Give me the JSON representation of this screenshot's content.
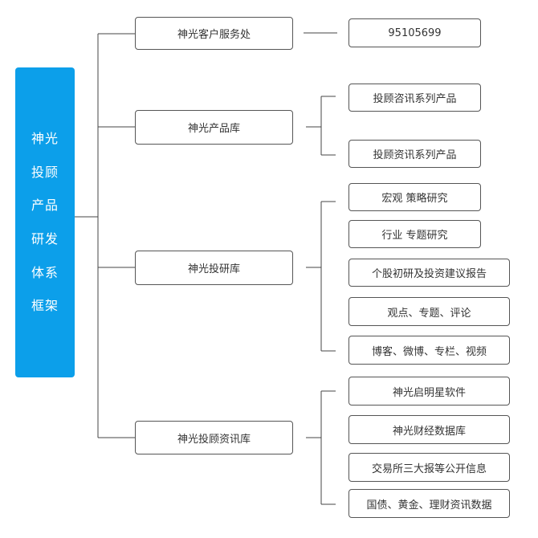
{
  "root": {
    "lines": [
      "神光",
      "投顾",
      "产品",
      "研发",
      "体系",
      "框架"
    ]
  },
  "branches": [
    {
      "label": "神光客户服务处",
      "leaves": [
        "95105699"
      ]
    },
    {
      "label": "神光产品库",
      "leaves": [
        "投顾咨讯系列产品",
        "投顾资讯系列产品"
      ]
    },
    {
      "label": "神光投研库",
      "leaves": [
        "宏观 策略研究",
        "行业 专题研究",
        "个股初研及投资建议报告",
        "观点、专题、评论",
        "博客、微博、专栏、视频"
      ]
    },
    {
      "label": "神光投顾资讯库",
      "leaves": [
        "神光启明星软件",
        "神光财经数据库",
        "交易所三大报等公开信息",
        "国债、黄金、理财资讯数据"
      ]
    }
  ],
  "colors": {
    "root_fill": "#0c9fea",
    "root_text": "#ffffff",
    "node_border": "#555555",
    "node_text": "#333333",
    "connector": "#444444"
  }
}
